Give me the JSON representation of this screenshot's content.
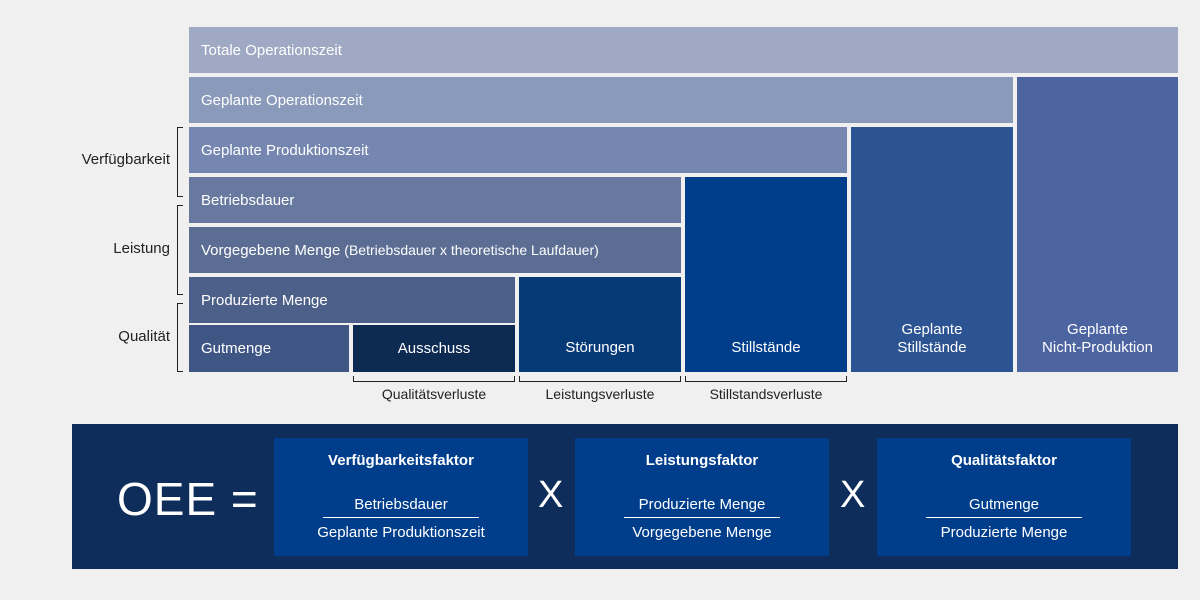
{
  "bars": {
    "totale_operationszeit": "Totale Operationszeit",
    "geplante_operationszeit": "Geplante Operationszeit",
    "geplante_produktionszeit": "Geplante Produktionszeit",
    "betriebsdauer": "Betriebsdauer",
    "vorgegebene_menge": "Vorgegebene Menge",
    "vorgegebene_menge_note": "(Betriebsdauer x theoretische Laufdauer)",
    "produzierte_menge": "Produzierte Menge",
    "gutmenge": "Gutmenge",
    "ausschuss": "Ausschuss",
    "stoerungen": "Störungen",
    "stillstaende": "Stillstände",
    "geplante_stillstaende_1": "Geplante",
    "geplante_stillstaende_2": "Stillstände",
    "geplante_nicht_produktion_1": "Geplante",
    "geplante_nicht_produktion_2": "Nicht-Produktion"
  },
  "side_labels": {
    "verfuegbarkeit": "Verfügbarkeit",
    "leistung": "Leistung",
    "qualitaet": "Qualität"
  },
  "loss_labels": {
    "qualitaetsverluste": "Qualitätsverluste",
    "leistungsverluste": "Leistungsverluste",
    "stillstandsverluste": "Stillstandsverluste"
  },
  "formula": {
    "oee": "OEE =",
    "times": "X",
    "factors": [
      {
        "title": "Verfügbarkeitsfaktor",
        "numerator": "Betriebsdauer",
        "denominator": "Geplante Produktionszeit"
      },
      {
        "title": "Leistungsfaktor",
        "numerator": "Produzierte Menge",
        "denominator": "Vorgegebene Menge"
      },
      {
        "title": "Qualitätsfaktor",
        "numerator": "Gutmenge",
        "denominator": "Produzierte Menge"
      }
    ]
  },
  "colors": {
    "totale": "#a0a9c3",
    "geplante_op": "#8a9abb",
    "geplante_prod": "#7587b0",
    "betrieb": "#67799e",
    "vorgegeben": "#5c6d93",
    "produziert": "#4d6089",
    "gutmenge": "#3f5685",
    "ausschuss": "#0d2a52",
    "stoerungen": "#063a77",
    "stillstaende": "#003e8c",
    "geplante_still": "#2c5392",
    "nicht_prod": "#4c65a1",
    "formula_bg": "#0e2d5a",
    "factor_bg": "#003e8c"
  }
}
